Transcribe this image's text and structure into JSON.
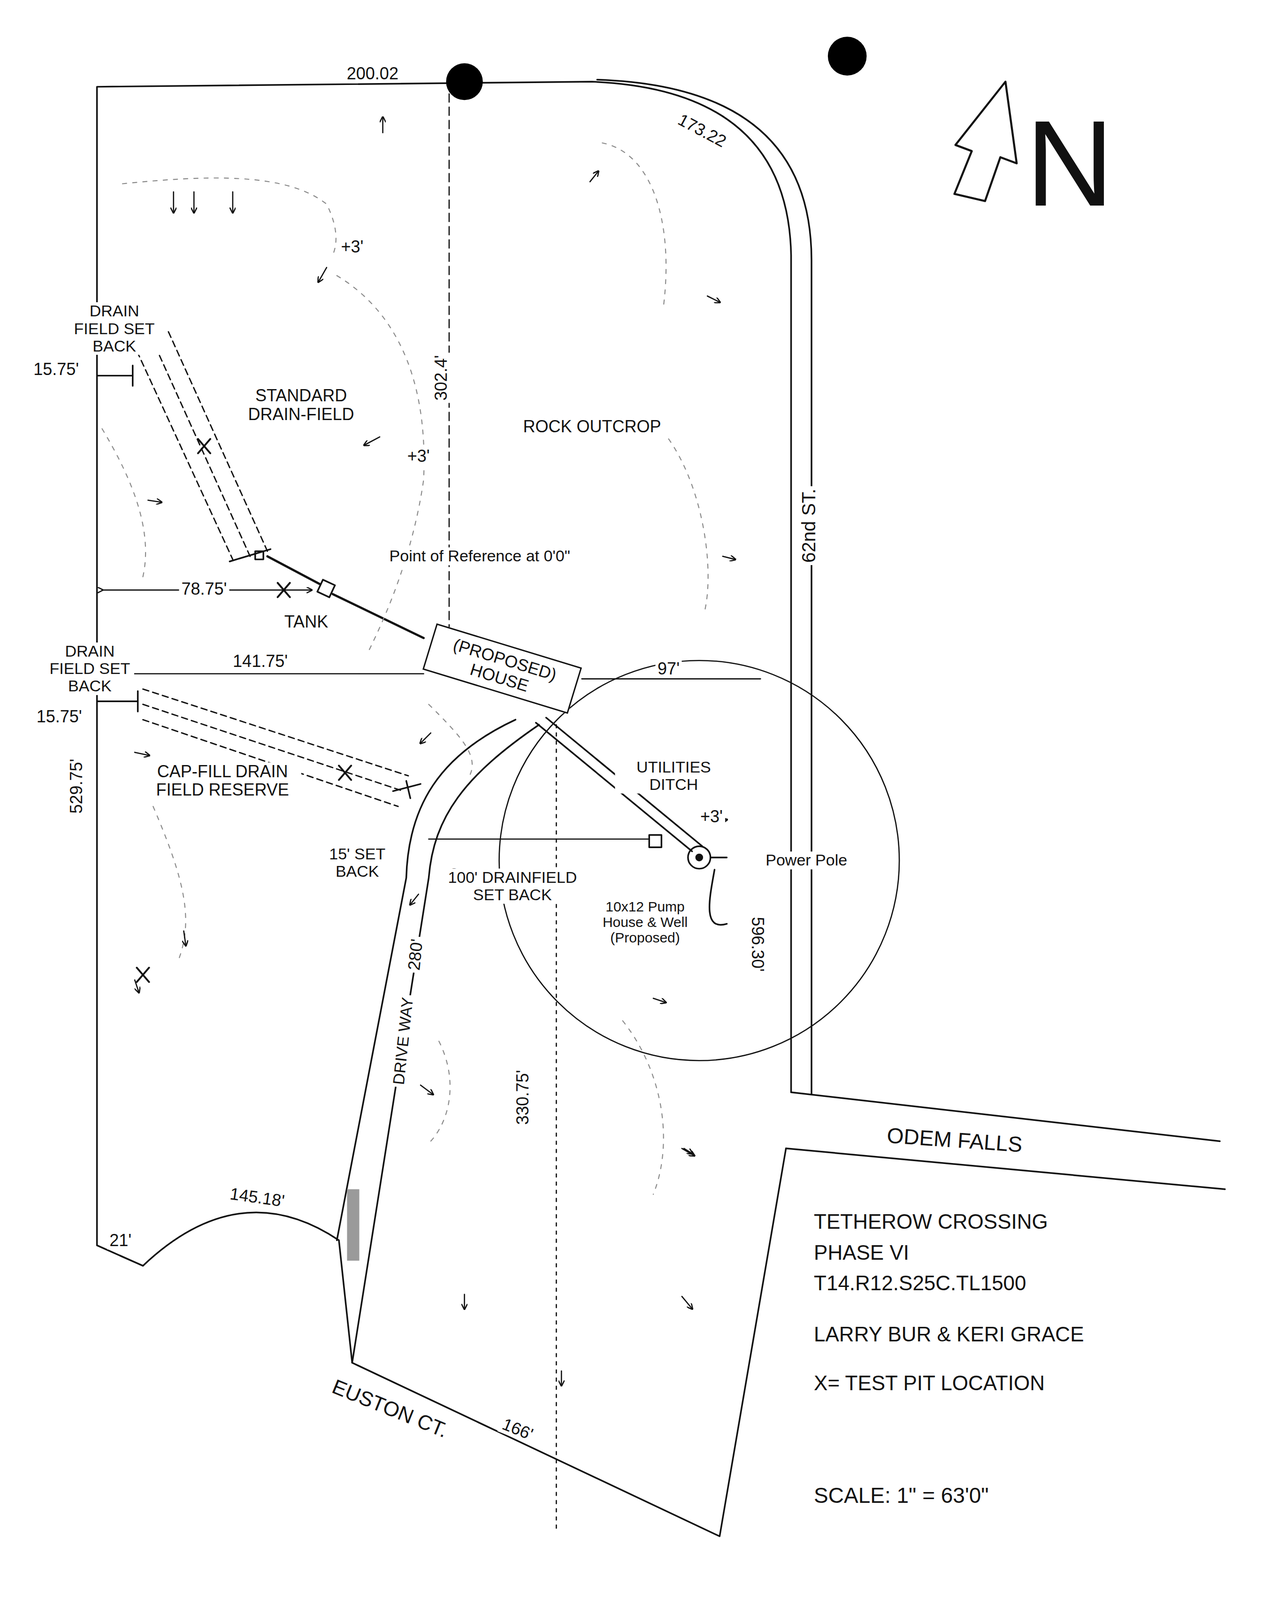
{
  "diagram": {
    "nodes": [
      {
        "text": [
          "(PROPOSED) HOUSE"
        ]
      }
    ],
    "labels": [
      "200.02",
      "173.22",
      "+3'",
      "DRAIN FIELD SET BACK",
      "15.75'",
      "STANDARD DRAIN-FIELD",
      "302.4'",
      "ROCK OUTCROP",
      "+3'",
      "62nd ST.",
      "Point of Reference at 0'0\"",
      "78.75'",
      "TANK",
      "DRAIN FIELD SET BACK",
      "141.75'",
      "15.75'",
      "97'",
      "CAP-FILL DRAIN FIELD RESERVE",
      "529.75'",
      "UTILITIES DITCH",
      "+3'",
      "15' SET BACK",
      "+3",
      "100' DRAINFIELD SET BACK",
      "10x12 Pump House & Well (Proposed)",
      "Power Pole",
      "596.30'",
      "DRIVE WAY",
      "280'",
      "330.75'",
      "ODEM FALLS",
      "145.18'",
      "21'",
      "EUSTON CT.",
      "166'",
      "TETHEROW CROSSING",
      "PHASE VI",
      "T14.R12.S25C.TL1500",
      "LARRY BUR & KERI GRACE",
      "X= TEST PIT LOCATION",
      "SCALE: 1\" = 63'0\"",
      "N"
    ]
  }
}
